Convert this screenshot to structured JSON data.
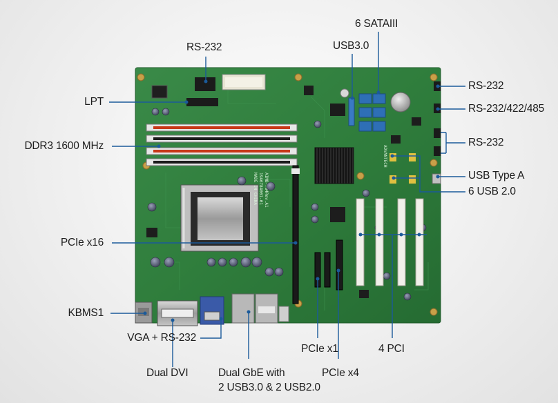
{
  "diagram": {
    "callouts": {
      "rs232_top": "RS-232",
      "sata": "6 SATAIII",
      "usb3": "USB3.0",
      "lpt": "LPT",
      "ddr3": "DDR3 1600 MHz",
      "pcie_x16": "PCIe x16",
      "kbms": "KBMS1",
      "rs232_r1": "RS-232",
      "rs232_422_485": "RS-232/422/485",
      "rs232_r2": "RS-232",
      "usb_type_a": "USB Type A",
      "usb2": "6 USB 2.0",
      "vga_rs232": "VGA + RS-232",
      "dual_dvi": "Dual DVI",
      "dual_gbe_line1": "Dual GbE with",
      "dual_gbe_line2": "2 USB3.0 & 2 USB2.0",
      "pcie_x1": "PCIe x1",
      "pci": "4 PCI",
      "pcie_x4": "PCIe x4"
    },
    "board_silkscreen": {
      "model_line1": "AIMB-784Rev.A1",
      "model_line2": "19A6784001-01",
      "made_in": "MADE IN CHINA",
      "brand": "ADVANTECH"
    },
    "colors": {
      "pcb": "#2f7d3c",
      "leader": "#1b5a9a",
      "dimm": "#c83818",
      "sata": "#2e6fb6",
      "pci_slot": "#f1f0ea",
      "pcie_slot": "#1a1a1a"
    }
  }
}
